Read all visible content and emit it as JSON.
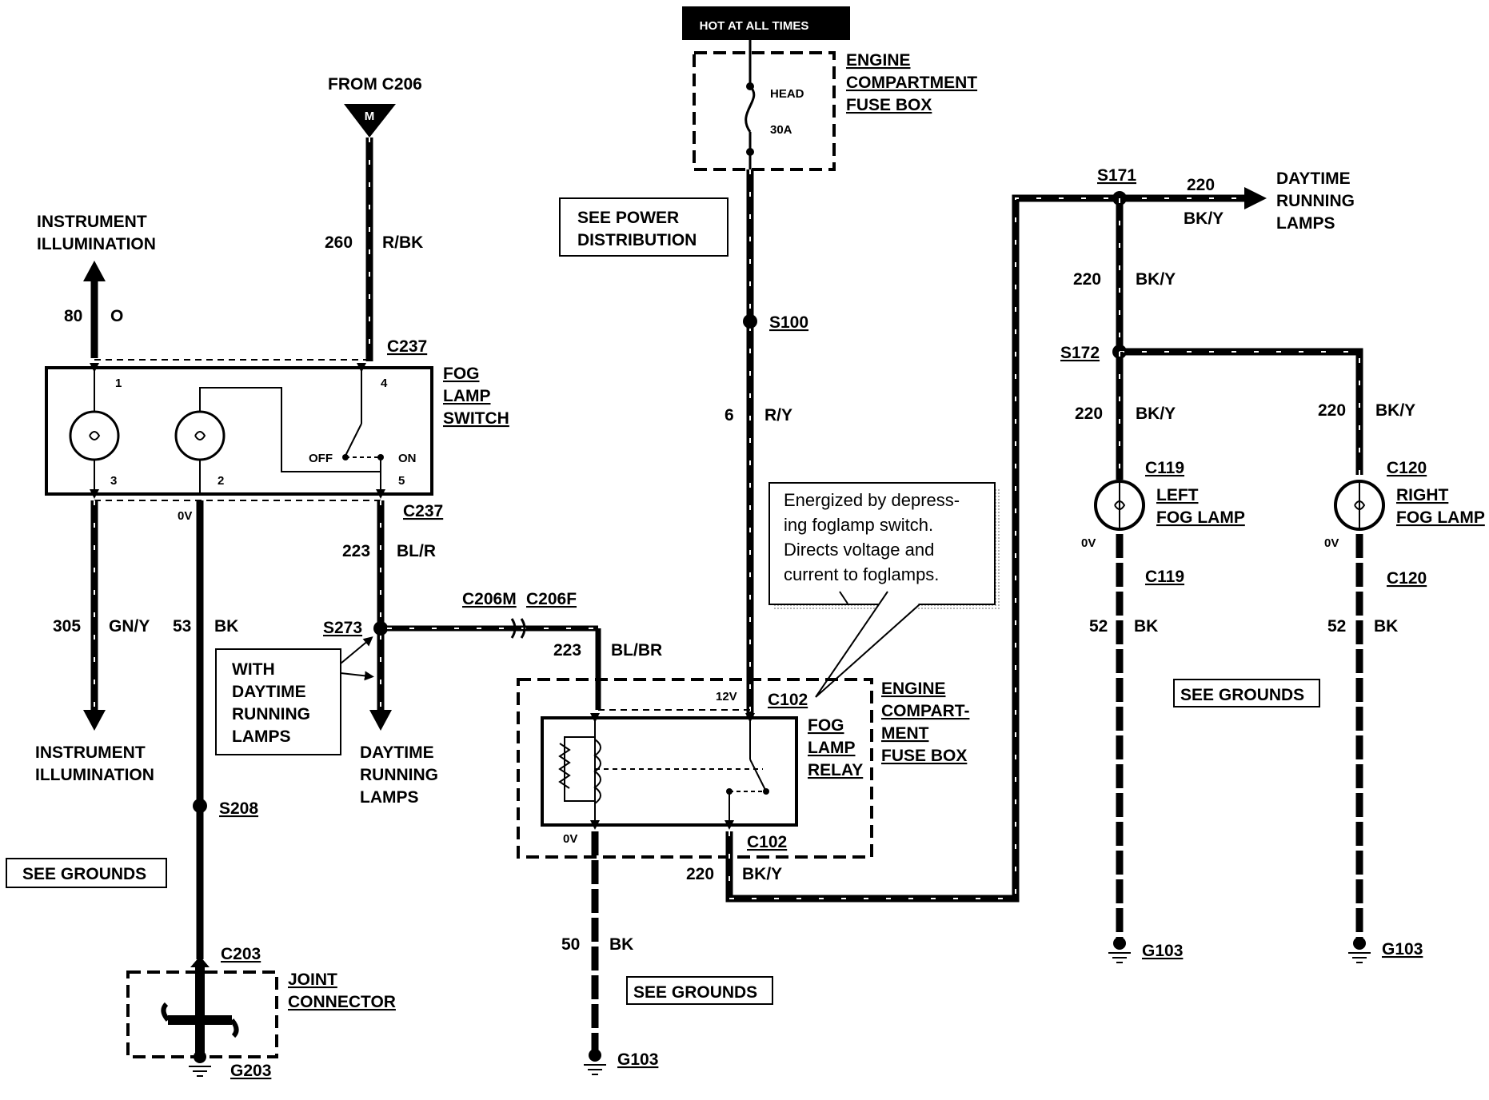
{
  "header": {
    "hot_at_all_times": "HOT AT ALL TIMES"
  },
  "fuse_box_top": {
    "fuse_name": "HEAD",
    "fuse_rating": "30A",
    "label": [
      "ENGINE",
      "COMPARTMENT",
      "FUSE BOX"
    ]
  },
  "see_power_distribution": [
    "SEE POWER",
    "DISTRIBUTION"
  ],
  "from_c206": {
    "label": "FROM C206",
    "pin": "M"
  },
  "instrument_illumination_top": [
    "INSTRUMENT",
    "ILLUMINATION"
  ],
  "instrument_illumination_bottom": [
    "INSTRUMENT",
    "ILLUMINATION"
  ],
  "fog_lamp_switch": {
    "label": [
      "FOG",
      "LAMP",
      "SWITCH"
    ],
    "connector_top": "C237",
    "connector_bottom": "C237",
    "pins": [
      "1",
      "4",
      "3",
      "2",
      "5"
    ],
    "off": "OFF",
    "on": "ON"
  },
  "wires": {
    "w80": {
      "circuit": "80",
      "color": "O"
    },
    "w260": {
      "circuit": "260",
      "color": "R/BK"
    },
    "w305": {
      "circuit": "305",
      "color": "GN/Y"
    },
    "w53": {
      "circuit": "53",
      "color": "BK"
    },
    "w223a": {
      "circuit": "223",
      "color": "BL/R"
    },
    "w223b": {
      "circuit": "223",
      "color": "BL/BR"
    },
    "w6": {
      "circuit": "6",
      "color": "R/Y"
    },
    "w220_relay": {
      "circuit": "220",
      "color": "BK/Y"
    },
    "w220_drl": {
      "circuit": "220",
      "color": "BK/Y"
    },
    "w220_s171": {
      "circuit": "220",
      "color": "BK/Y"
    },
    "w220_left": {
      "circuit": "220",
      "color": "BK/Y"
    },
    "w220_right": {
      "circuit": "220",
      "color": "BK/Y"
    },
    "w50": {
      "circuit": "50",
      "color": "BK"
    },
    "w52_left": {
      "circuit": "52",
      "color": "BK"
    },
    "w52_right": {
      "circuit": "52",
      "color": "BK"
    }
  },
  "volts": {
    "sw_2": "0V",
    "relay_12v": "12V",
    "relay_0v": "0V",
    "left_0v": "0V",
    "right_0v": "0V"
  },
  "splices": {
    "s100": "S100",
    "s273": "S273",
    "s208": "S208",
    "s171": "S171",
    "s172": "S172"
  },
  "connectors": {
    "c206m": "C206M",
    "c206f": "C206F",
    "c102_top": "C102",
    "c102_bottom": "C102",
    "c203": "C203",
    "c119_top": "C119",
    "c119_bottom": "C119",
    "c120_top": "C120",
    "c120_bottom": "C120"
  },
  "with_drl": [
    "WITH",
    "DAYTIME",
    "RUNNING",
    "LAMPS"
  ],
  "drl_mid": [
    "DAYTIME",
    "RUNNING",
    "LAMPS"
  ],
  "drl_right": [
    "DAYTIME",
    "RUNNING",
    "LAMPS"
  ],
  "note": [
    "Energized by depress-",
    "ing foglamp switch.",
    "Directs voltage and",
    "current to foglamps."
  ],
  "fog_lamp_relay": [
    "FOG",
    "LAMP",
    "RELAY"
  ],
  "engine_compartment_fuse_box_mid": [
    "ENGINE",
    "COMPART-",
    "MENT",
    "FUSE BOX"
  ],
  "joint_connector": [
    "JOINT",
    "CONNECTOR"
  ],
  "grounds": {
    "g203": "G203",
    "g103_relay": "G103",
    "g103_left": "G103",
    "g103_right": "G103"
  },
  "see_grounds": {
    "left": "SEE GROUNDS",
    "center": "SEE GROUNDS",
    "right": "SEE GROUNDS"
  },
  "left_fog_lamp": [
    "LEFT",
    "FOG LAMP"
  ],
  "right_fog_lamp": [
    "RIGHT",
    "FOG LAMP"
  ]
}
